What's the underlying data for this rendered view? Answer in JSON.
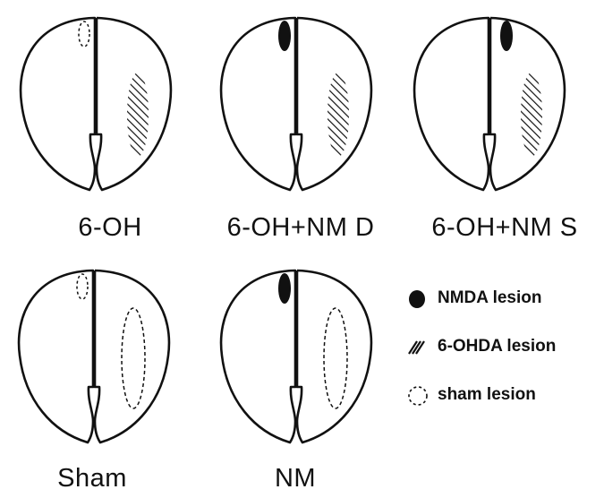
{
  "panels": [
    {
      "label": "6-OH",
      "lesions": [
        "sham-left",
        "ohda-right"
      ]
    },
    {
      "label": "6-OH+NM D",
      "lesions": [
        "nmda-left",
        "ohda-right"
      ]
    },
    {
      "label": "6-OH+NM S",
      "lesions": [
        "nmda-right",
        "ohda-right"
      ]
    },
    {
      "label": "Sham",
      "lesions": [
        "sham-left",
        "sham-right"
      ]
    },
    {
      "label": "NM",
      "lesions": [
        "nmda-left",
        "sham-right"
      ]
    }
  ],
  "legend": {
    "nmda": "NMDA lesion",
    "ohda": "6-OHDA lesion",
    "sham": "sham lesion"
  },
  "colors": {
    "ink": "#111111",
    "background": "#ffffff"
  }
}
